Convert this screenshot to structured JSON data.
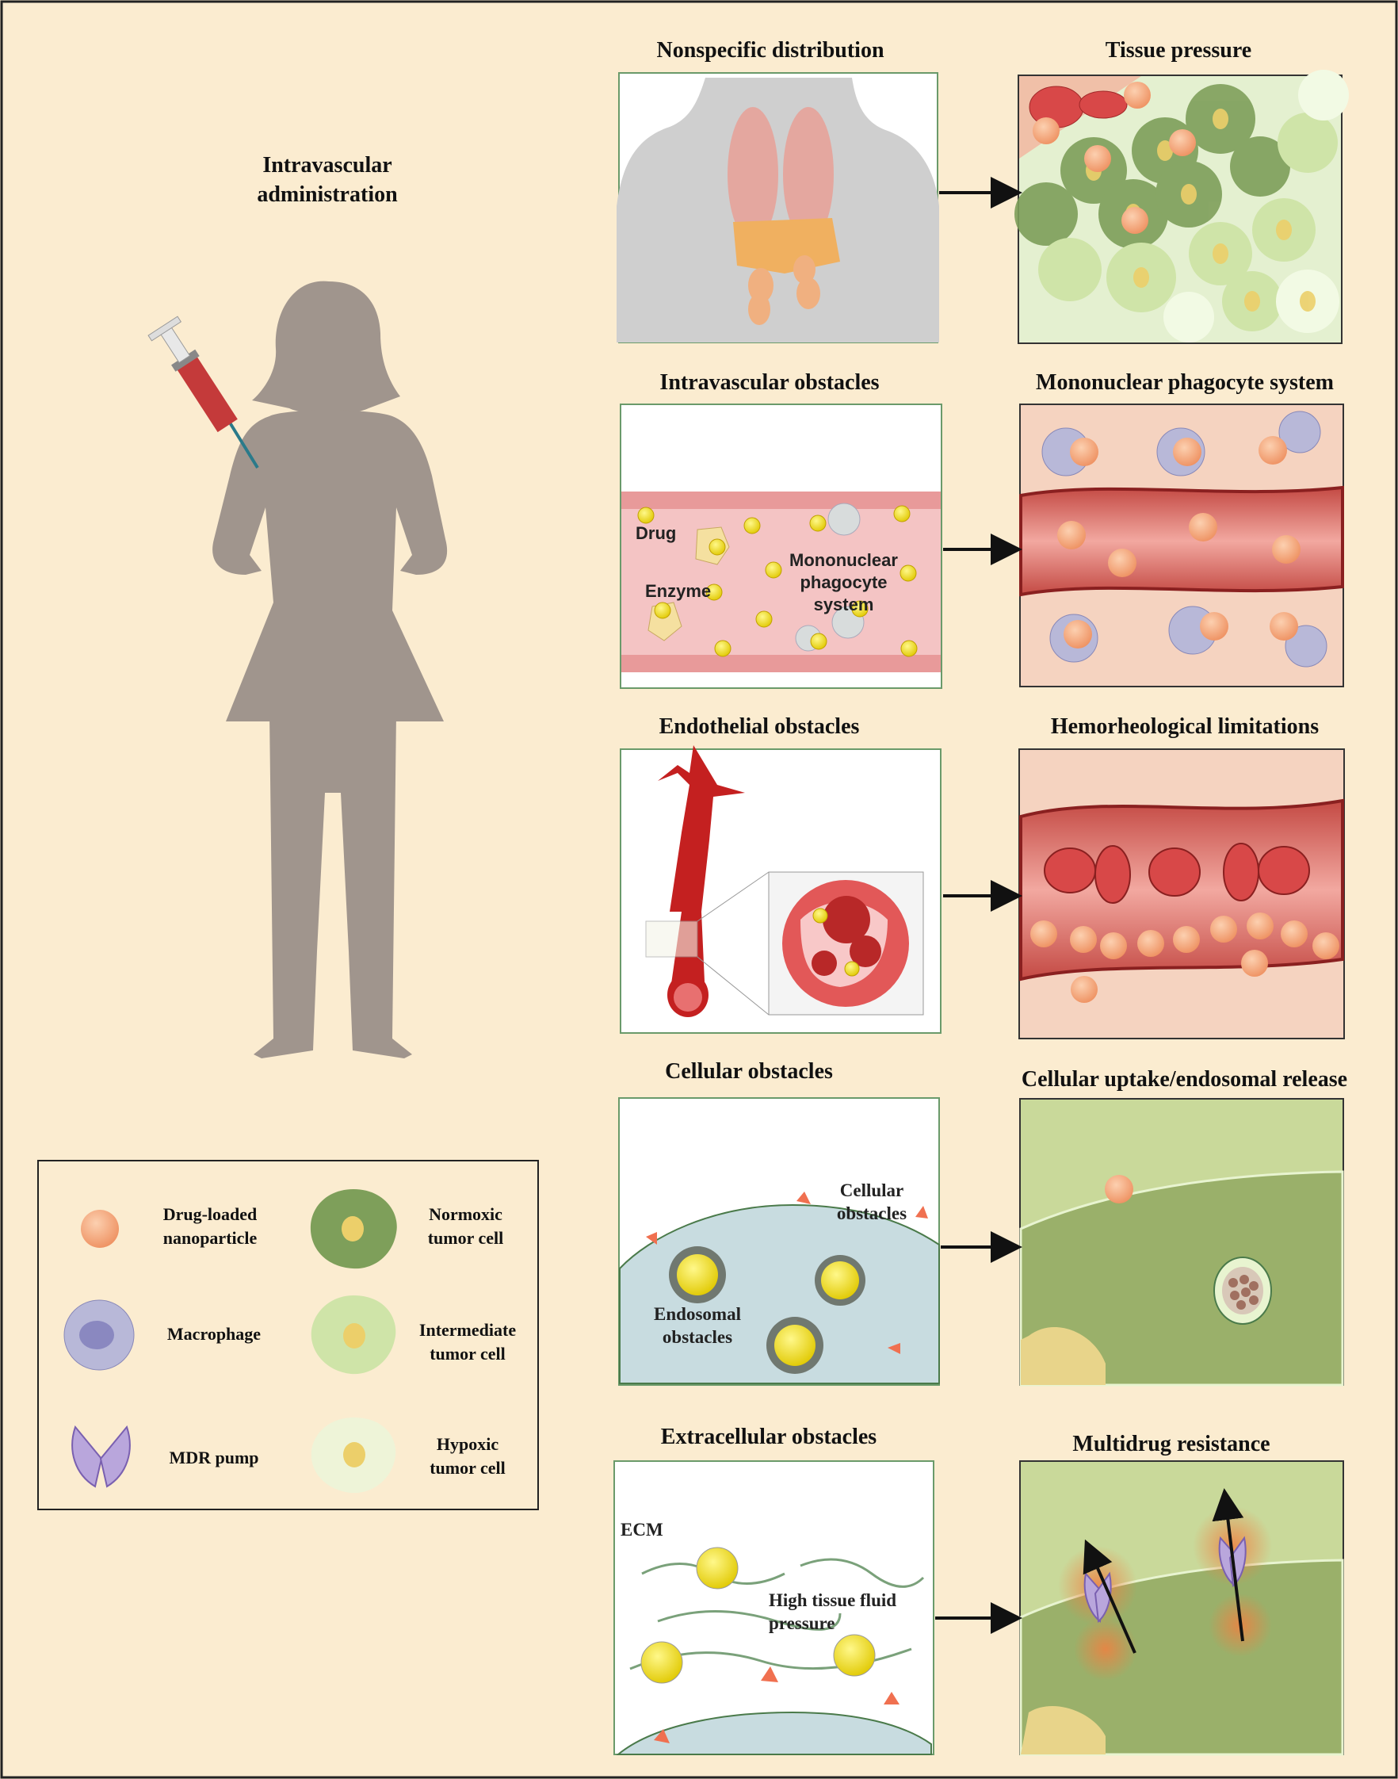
{
  "left": {
    "title_line1": "Intravascular",
    "title_line2": "administration"
  },
  "panels": {
    "nonspecific": "Nonspecific distribution",
    "tissue_pressure": "Tissue pressure",
    "intravascular": "Intravascular obstacles",
    "mps": "Mononuclear phagocyte system",
    "endothelial": "Endothelial obstacles",
    "hemorheological": "Hemorheological limitations",
    "cellular": "Cellular obstacles",
    "uptake": "Cellular uptake/endosomal release",
    "extracellular": "Extracellular obstacles",
    "mdr": "Multidrug resistance"
  },
  "inner_labels": {
    "drug": "Drug",
    "enzyme": "Enzyme",
    "mps_line1": "Mononuclear",
    "mps_line2": "phagocyte system",
    "cellular_line1": "Cellular",
    "cellular_line2": "obstacles",
    "endosomal_line1": "Endosomal",
    "endosomal_line2": "obstacles",
    "ecm": "ECM",
    "htfp_line1": "High tissue fluid",
    "htfp_line2": "pressure"
  },
  "legend": {
    "nanoparticle_line1": "Drug-loaded",
    "nanoparticle_line2": "nanoparticle",
    "normoxic_line1": "Normoxic",
    "normoxic_line2": "tumor cell",
    "macrophage": "Macrophage",
    "intermediate_line1": "Intermediate",
    "intermediate_line2": "tumor cell",
    "mdr_pump": "MDR pump",
    "hypoxic_line1": "Hypoxic",
    "hypoxic_line2": "tumor cell"
  },
  "colors": {
    "background": "#fbecd0",
    "silhouette": "#a0958d",
    "nanoparticle": "#f5a87e",
    "drug": "#f2e216",
    "vessel": "#c8494b",
    "normoxic": "#7e9f5a",
    "macrophage": "#b8b8d8",
    "mdr_pump": "#b9a6dc"
  }
}
